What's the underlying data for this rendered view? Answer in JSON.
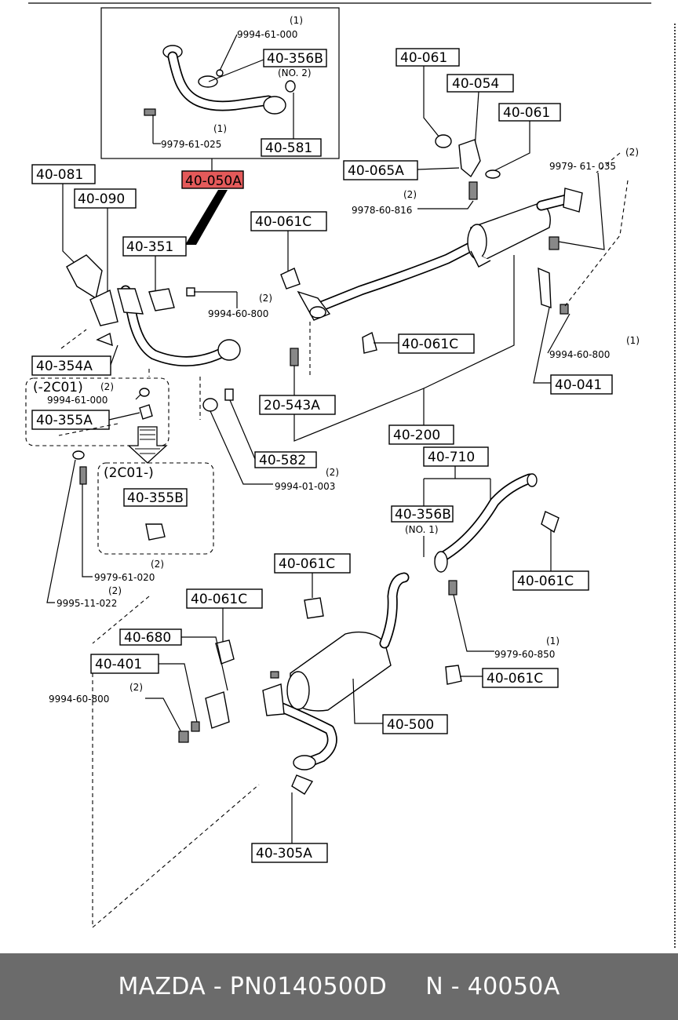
{
  "diagram": {
    "labels": {
      "top_qty_1": "(1)",
      "part_9994_61_000_top": "9994-61-000",
      "part_40_356B_top": "40-356B",
      "no2": "(NO. 2)",
      "qty_1_left": "(1)",
      "part_9979_61_025": "9979-61-025",
      "part_40_581": "40-581",
      "part_40_050A": "40-050A",
      "part_40_081": "40-081",
      "part_40_090": "40-090",
      "part_40_351": "40-351",
      "part_40_061_a": "40-061",
      "part_40_054": "40-054",
      "part_40_061_b": "40-061",
      "part_40_065A": "40-065A",
      "qty_2_a": "(2)",
      "part_9978_60_816": "9978-60-816",
      "qty_2_b": "(2)",
      "part_9979_61_035": "9979- 61- 035",
      "part_40_061C_a": "40-061C",
      "qty_2_c": "(2)",
      "part_9994_60_800_a": "9994-60-800",
      "part_40_061C_b": "40-061C",
      "part_40_354A": "40-354A",
      "qty_1_b": "(1)",
      "part_9994_60_800_b": "9994-60-800",
      "part_40_041": "40-041",
      "variant_2C01_minus": "(-2C01)",
      "qty_2_d": "(2)",
      "part_9994_61_000_mid": "9994-61-000",
      "part_40_355A": "40-355A",
      "part_20_543A": "20-543A",
      "part_40_200": "40-200",
      "part_40_582": "40-582",
      "part_40_710": "40-710",
      "qty_2_e": "(2)",
      "part_9994_01_003": "9994-01-003",
      "variant_2C01": "(2C01-)",
      "part_40_355B": "40-355B",
      "part_40_356B_mid": "40-356B",
      "no1": "(NO. 1)",
      "part_40_061C_c": "40-061C",
      "qty_2_f": "(2)",
      "part_9979_61_020": "9979-61-020",
      "qty_2_g": "(2)",
      "part_9995_11_022": "9995-11-022",
      "part_40_061C_d": "40-061C",
      "part_40_061C_e": "40-061C",
      "part_40_680": "40-680",
      "part_40_401": "40-401",
      "qty_2_h": "(2)",
      "part_9994_60_800_c": "9994-60-800",
      "qty_1_c": "(1)",
      "part_9979_60_850": "9979-60-850",
      "part_40_061C_f": "40-061C",
      "part_40_500": "40-500",
      "part_40_305A": "40-305A"
    },
    "highlight_color": "#e45a5a"
  },
  "footer": {
    "text": "MAZDA - PN0140500D     N - 40050A"
  }
}
